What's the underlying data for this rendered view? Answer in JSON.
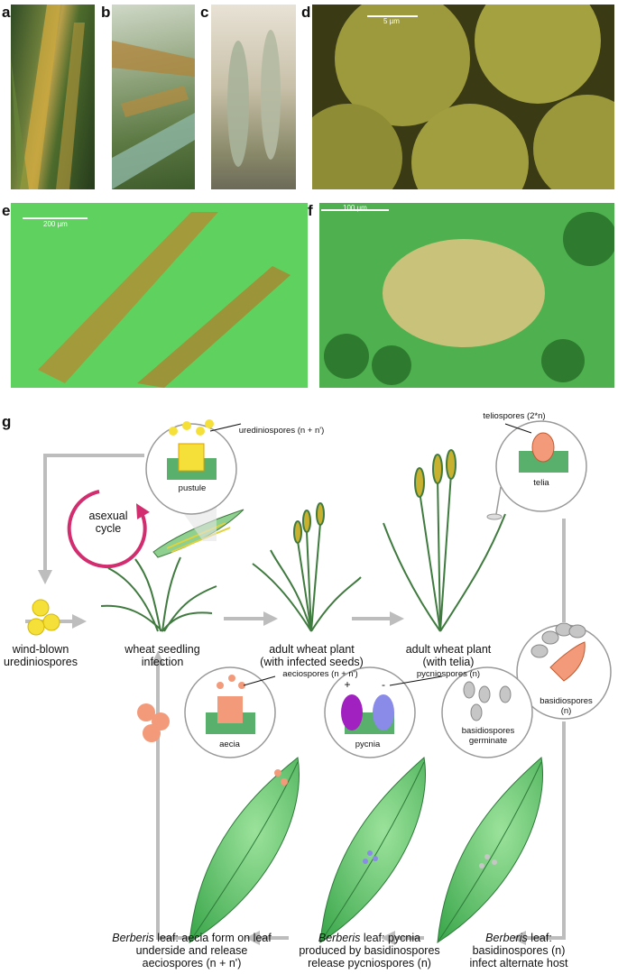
{
  "panels": {
    "a": "a",
    "b": "b",
    "c": "c",
    "d": "d",
    "e": "e",
    "f": "f",
    "g": "g"
  },
  "scalebars": {
    "d": "5 µm",
    "e": "200 µm",
    "f": "100 µm"
  },
  "diagram": {
    "urediniospores_label": "urediniospores (n + n')",
    "pustule": "pustule",
    "teliospores_label": "teliospores (2*n)",
    "telia": "telia",
    "asexual_cycle_1": "asexual",
    "asexual_cycle_2": "cycle",
    "windblown_1": "wind-blown",
    "windblown_2": "urediniospores",
    "seedling_1": "wheat seedling",
    "seedling_2": "infection",
    "adult_seeds_1": "adult wheat plant",
    "adult_seeds_2": "(with infected seeds)",
    "adult_telia_1": "adult wheat plant",
    "adult_telia_2": "(with telia)",
    "basidiospores_1": "basidiospores",
    "basidiospores_2": "(n)",
    "aeciospores_label": "aeciospores (n + n')",
    "aecia": "aecia",
    "pycniospores_label": "pycniospores (n)",
    "pycnia": "pycnia",
    "plus": "+",
    "minus": "-",
    "bas_germ_1": "basidiospores",
    "bas_germ_2": "germinate",
    "cap1_italic": "Berberis",
    "cap1_l1": " leaf: aecia form on leaf",
    "cap1_l2": "underside and release",
    "cap1_l3": "aeciospores  (n + n')",
    "cap2_italic": "Berberis",
    "cap2_l1": " leaf: pycnia",
    "cap2_l2": "produced by basidinospores",
    "cap2_l3": "release pycniospores (n)",
    "cap3_italic": "Berberis",
    "cap3_l1": " leaf:",
    "cap3_l2": "basidinospores (n)",
    "cap3_l3": "infect alternate host"
  },
  "colors": {
    "arrow": "#bdbdbd",
    "leaf_green": "#5cbf6a",
    "spore_yellow": "#f5e03a",
    "spore_orange": "#f29a7a",
    "pycnia_purple": "#a020c0",
    "pycnia_blue": "#8a8ae8",
    "cycle_magenta": "#d22d6e",
    "sem_green": "#4cc94c",
    "sem_yellow": "#d6d27a"
  }
}
